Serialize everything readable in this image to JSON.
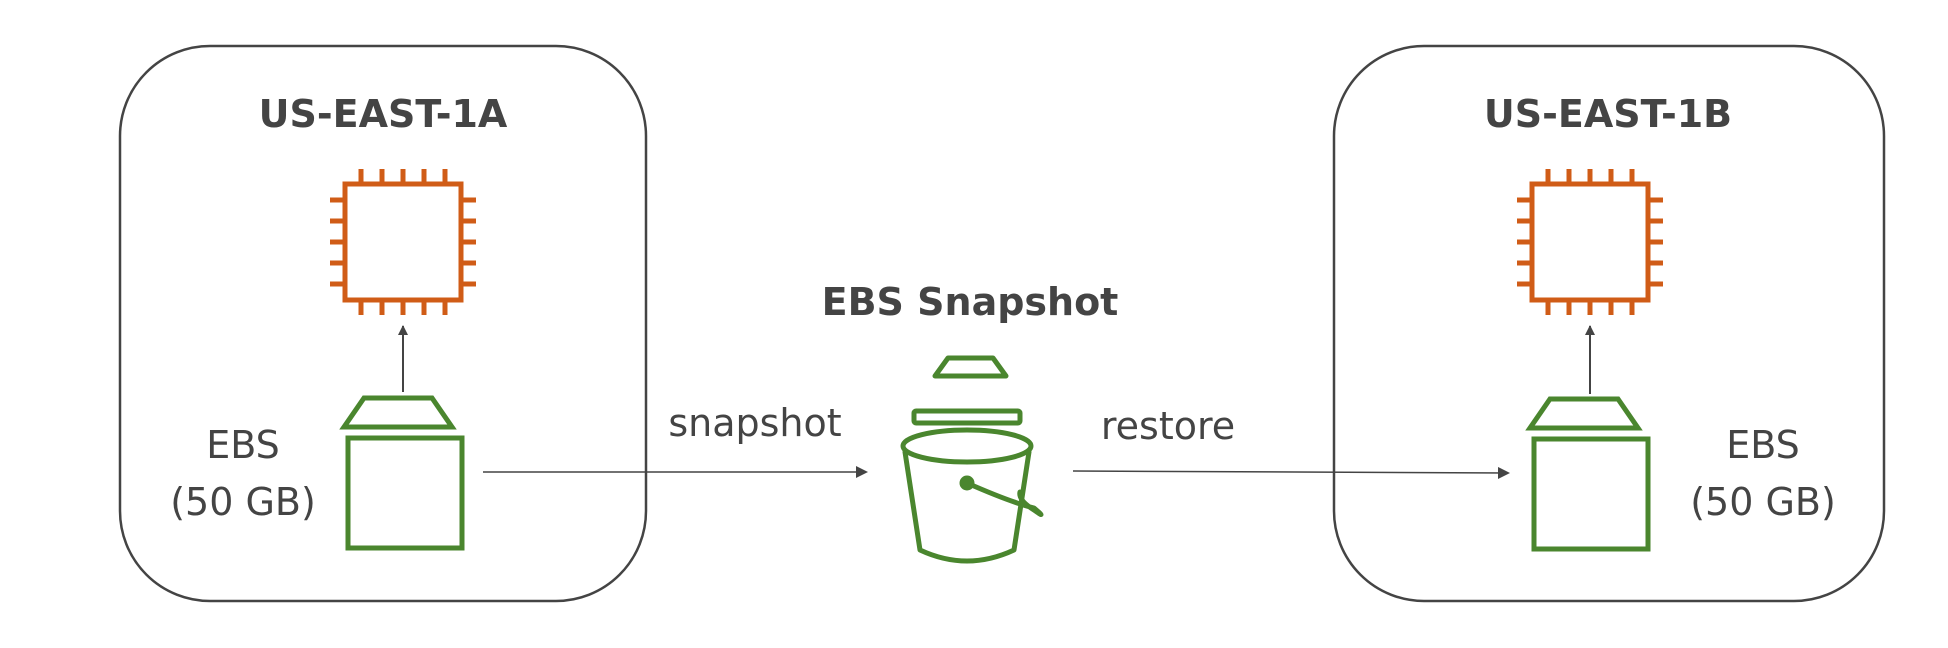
{
  "diagram": {
    "zones": [
      {
        "title": "US-EAST-1A",
        "volume_label_line1": "EBS",
        "volume_label_line2": "(50 GB)"
      },
      {
        "title": "US-EAST-1B",
        "volume_label_line1": "EBS",
        "volume_label_line2": "(50 GB)"
      }
    ],
    "snapshot": {
      "title": "EBS Snapshot"
    },
    "edges": {
      "snapshot_label": "snapshot",
      "restore_label": "restore"
    },
    "colors": {
      "zone_border": "#444444",
      "text": "#444444",
      "instance_icon": "#D05C17",
      "storage_icon": "#4A862E",
      "arrow": "#444444"
    },
    "icons": {
      "instance": "ec2-instance-chip-icon",
      "volume": "ebs-volume-icon",
      "snapshot_store": "s3-bucket-icon"
    }
  }
}
